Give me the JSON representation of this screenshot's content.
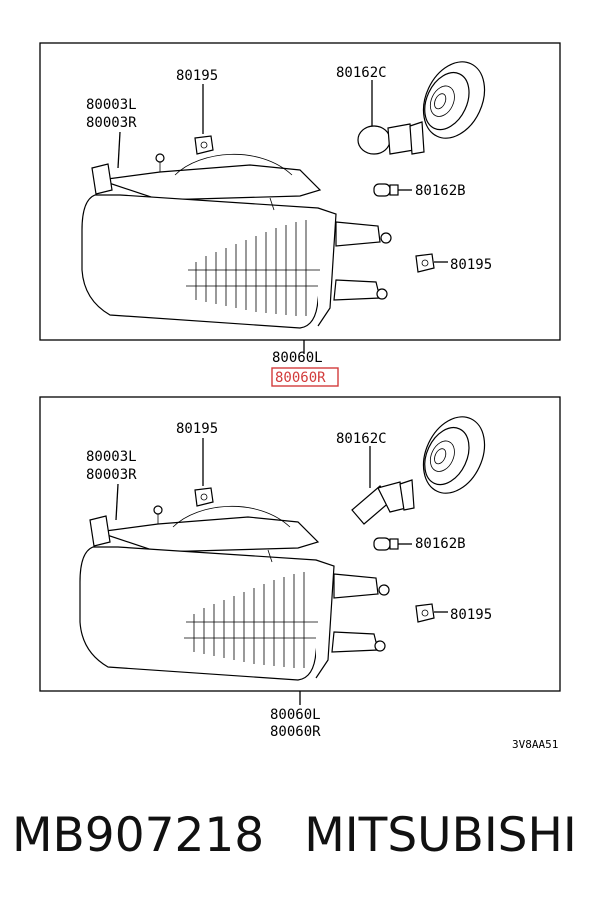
{
  "diagram_top": {
    "lamp_label_l": "80003L",
    "lamp_label_r": "80003R",
    "screw_label_top": "80195",
    "bulb_label": "80162C",
    "small_bulb_label": "80162B",
    "screw_label_side": "80195",
    "assembly_label_l": "80060L",
    "assembly_label_r": "80060R"
  },
  "diagram_bottom": {
    "lamp_label_l": "80003L",
    "lamp_label_r": "80003R",
    "screw_label_top": "80195",
    "bulb_label": "80162C",
    "small_bulb_label": "80162B",
    "screw_label_side": "80195",
    "assembly_label_l": "80060L",
    "assembly_label_r": "80060R",
    "code": "3V8AA51"
  },
  "highlight_color": "#d23b3b",
  "footer": {
    "part_number": "MB907218",
    "brand": "MITSUBISHI"
  }
}
